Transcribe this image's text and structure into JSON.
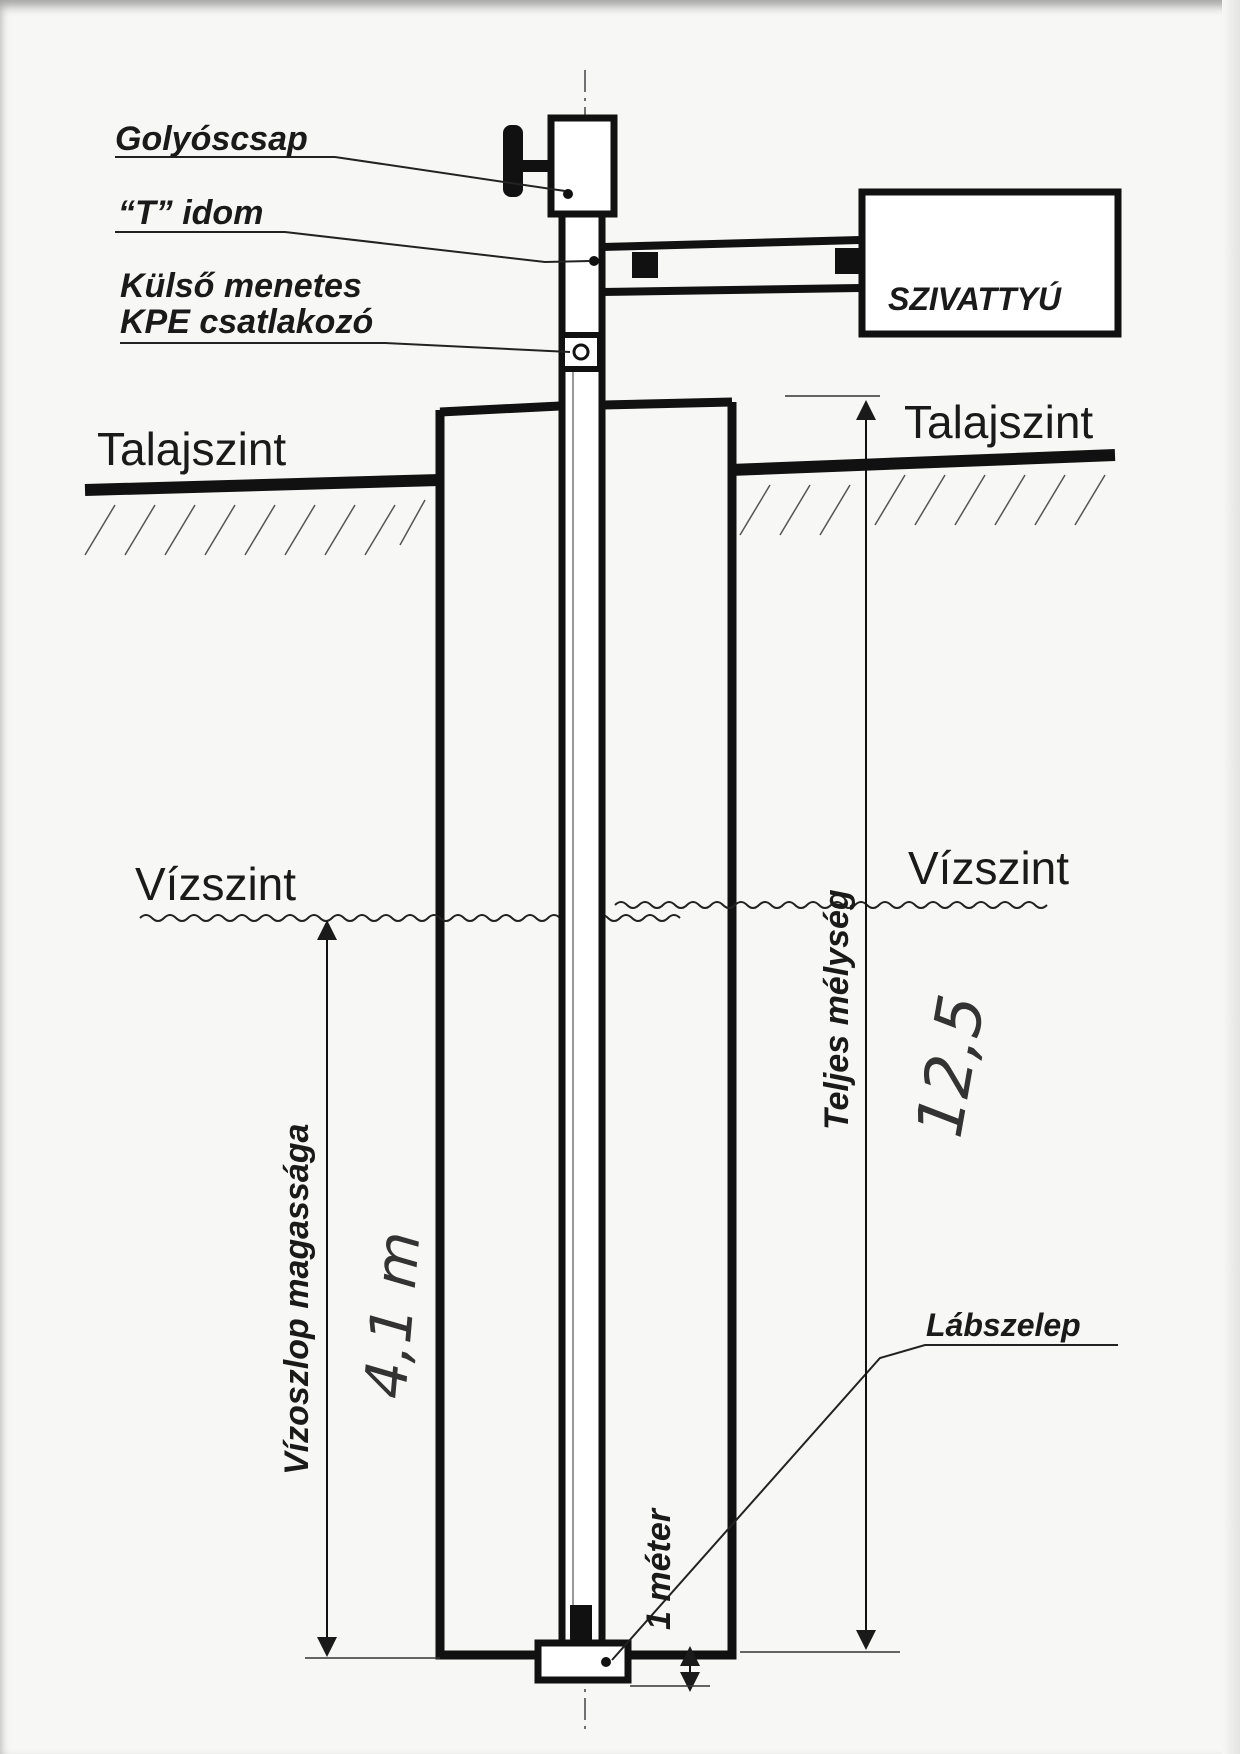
{
  "labels": {
    "ball_valve": "Golyóscsap",
    "t_fitting": "“T” idom",
    "kpe_line1": "Külső menetes",
    "kpe_line2": "KPE csatlakozó",
    "pump": "SZIVATTYÚ",
    "ground_level_left": "Talajszint",
    "ground_level_right": "Talajszint",
    "water_level_left": "Vízszint",
    "water_level_right": "Vízszint",
    "total_depth": "Teljes mélység",
    "water_column_height": "Vízoszlop magassága",
    "foot_valve": "Lábszelep",
    "one_meter": "1 méter"
  },
  "handwritten": {
    "total_depth_value": "12,5",
    "water_column_value": "4,1 m"
  },
  "colors": {
    "ink": "#1a1a1a",
    "paper": "#f7f7f5"
  }
}
